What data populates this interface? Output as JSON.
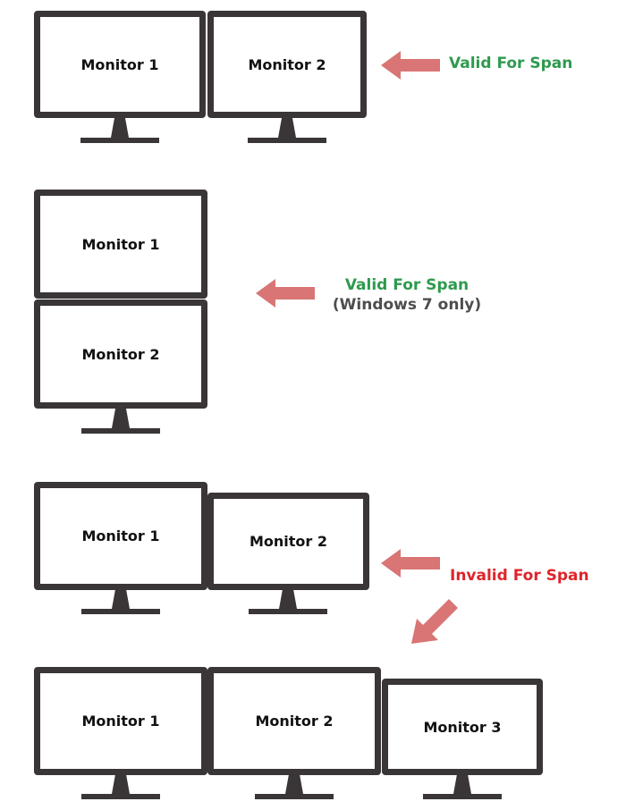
{
  "groups": [
    {
      "monitors": [
        "Monitor 1",
        "Monitor 2"
      ],
      "label": "Valid For Span",
      "label_color": "#2e9a4e"
    },
    {
      "monitors": [
        "Monitor 1",
        "Monitor 2"
      ],
      "label": "Valid For Span",
      "sublabel": "(Windows 7 only)",
      "label_color": "#2e9a4e",
      "sublabel_color": "#4d4d4d"
    },
    {
      "monitors": [
        "Monitor 1",
        "Monitor 2"
      ],
      "label": "Invalid For Span",
      "label_color": "#e0242a"
    },
    {
      "monitors": [
        "Monitor 1",
        "Monitor 2",
        "Monitor 3"
      ]
    }
  ],
  "colors": {
    "monitor_frame": "#3a3536",
    "arrow": "#d97575"
  }
}
